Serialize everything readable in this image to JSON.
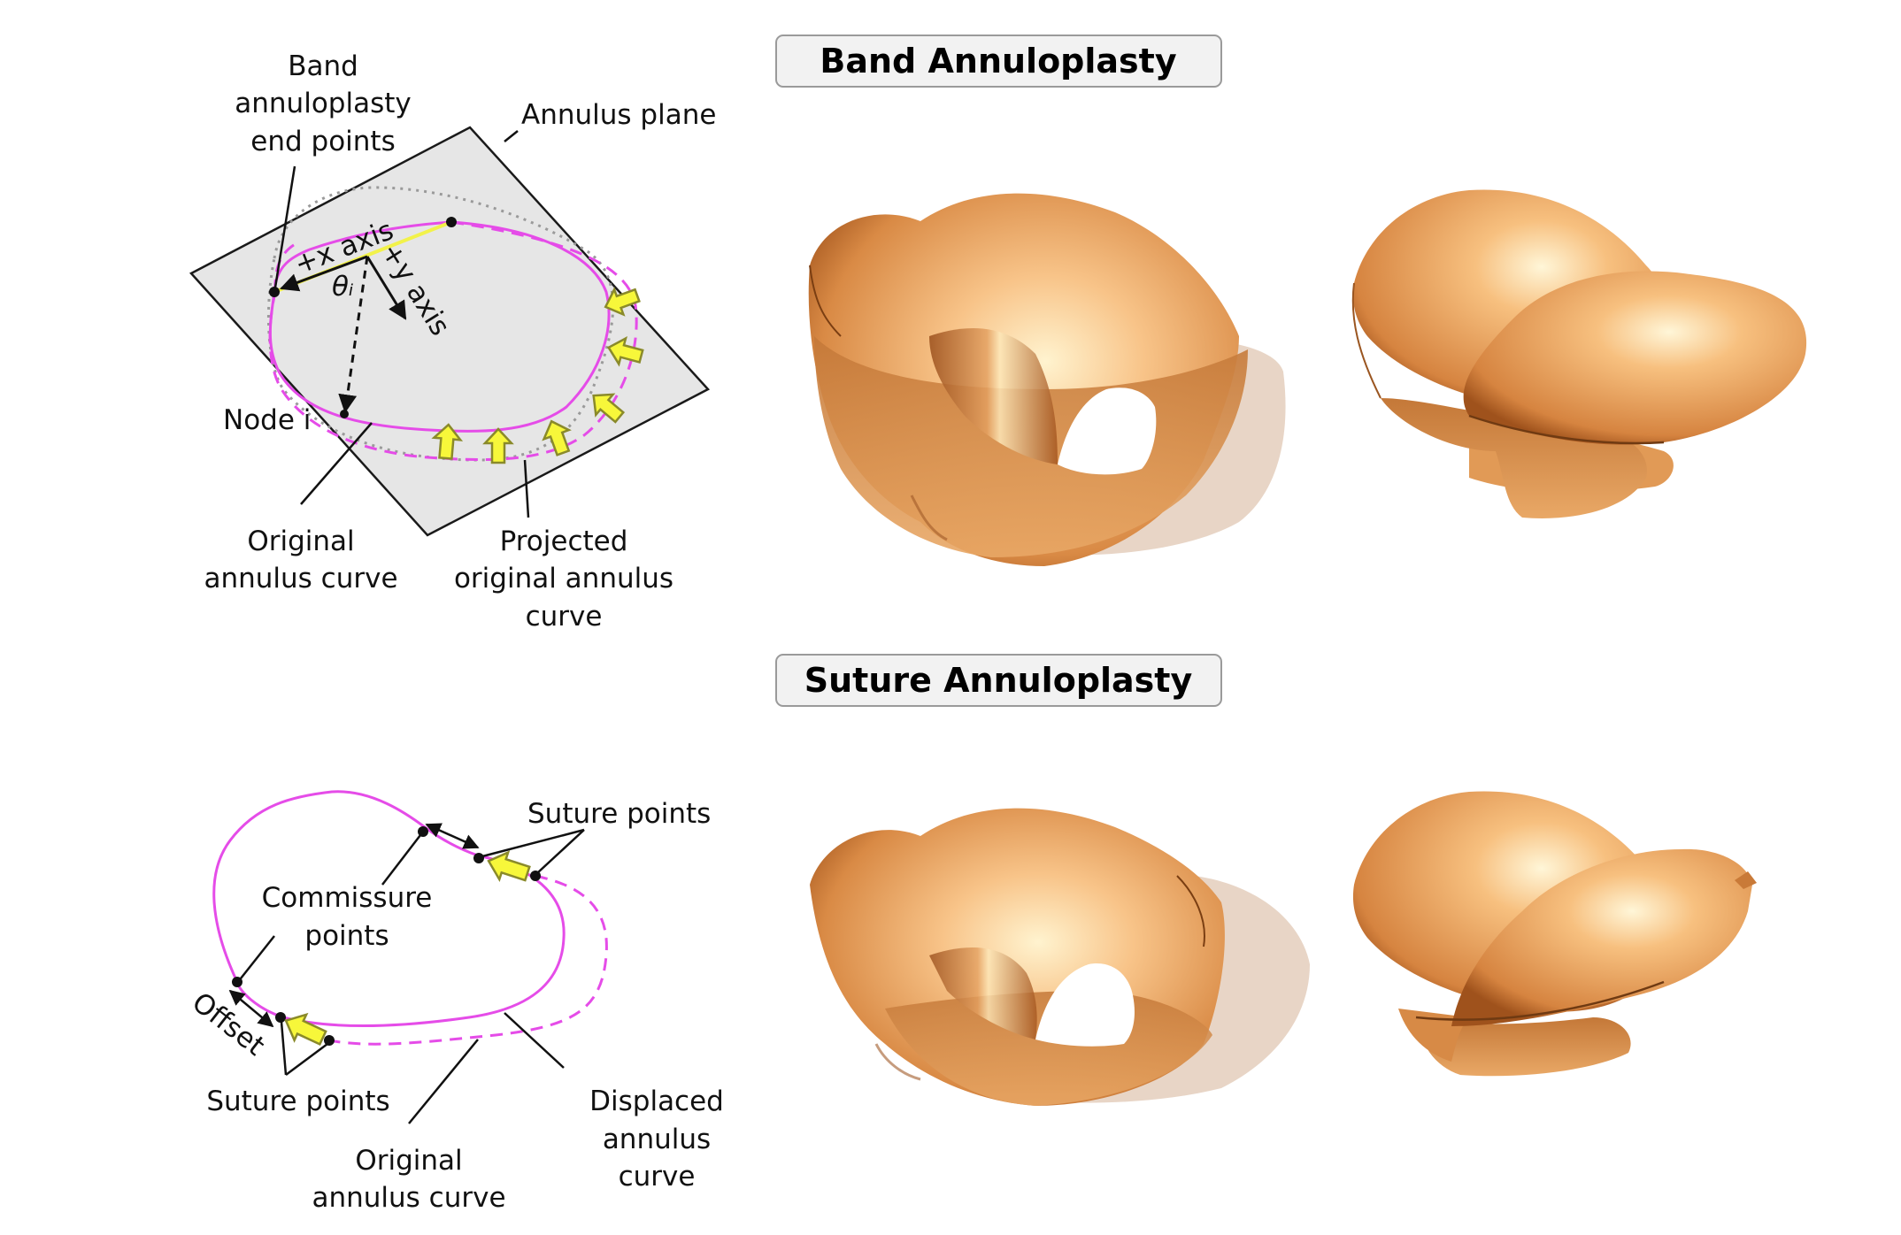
{
  "headers": {
    "band": "Band Annuloplasty",
    "suture": "Suture Annuloplasty"
  },
  "band_diagram": {
    "end_points_label": [
      "Band",
      "annuloplasty",
      "end points"
    ],
    "plane_label": "Annulus plane",
    "x_axis_label": "+x axis",
    "y_axis_label": "+y axis",
    "theta_label": "θᵢ",
    "node_label": "Node i",
    "original_label": [
      "Original",
      "annulus curve"
    ],
    "projected_label": [
      "Projected",
      "original annulus",
      "curve"
    ]
  },
  "suture_diagram": {
    "suture_points_top": "Suture points",
    "commissure_label": [
      "Commissure",
      "points"
    ],
    "offset_label": "Offset",
    "suture_points_bottom": "Suture points",
    "original_label": [
      "Original",
      "annulus curve"
    ],
    "displaced_label": [
      "Displaced",
      "annulus",
      "curve"
    ]
  },
  "colors": {
    "curve": "#e54ce8",
    "arrow_fill": "#f7f73a",
    "arrow_stroke": "#8a8a2a",
    "plane_fill": "#e6e6e6",
    "valve_light": "#f8c489",
    "valve_dark": "#b8692e",
    "header_fill": "#f2f2f2"
  }
}
